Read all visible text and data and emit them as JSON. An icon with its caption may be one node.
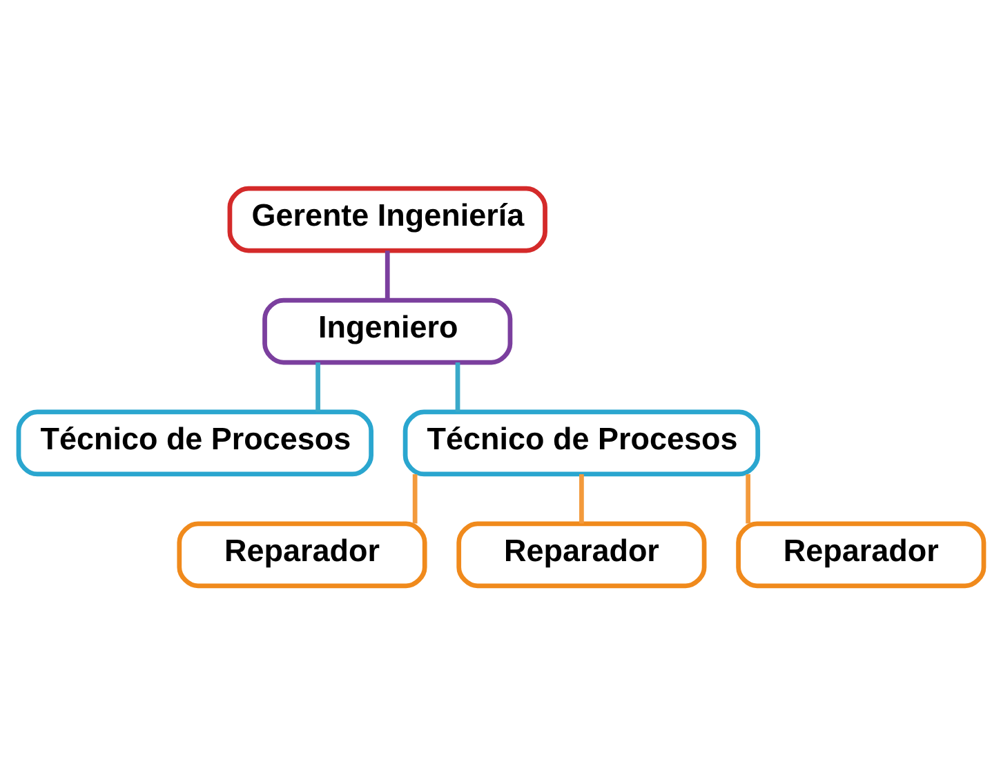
{
  "diagram": {
    "nodes": [
      {
        "text": [
          "Gerente Ingeniería"
        ]
      },
      {
        "text": [
          "Ingeniero"
        ]
      },
      {
        "text": [
          "Técnico de Procesos"
        ]
      },
      {
        "text": [
          "Técnico de Procesos"
        ]
      },
      {
        "text": [
          "Reparador"
        ]
      },
      {
        "text": [
          "Reparador"
        ]
      },
      {
        "text": [
          "Reparador"
        ]
      }
    ],
    "edges": [
      {
        "from": 0,
        "to": 1,
        "arrow": "none",
        "color": "#7b3f9e"
      },
      {
        "from": 1,
        "to": 2,
        "arrow": "none",
        "color": "#3aa9c9"
      },
      {
        "from": 1,
        "to": 3,
        "arrow": "none",
        "color": "#3aa9c9"
      },
      {
        "from": 3,
        "to": 4,
        "arrow": "none"
      },
      {
        "from": 3,
        "to": 5,
        "arrow": "none"
      },
      {
        "from": 3,
        "to": 6,
        "arrow": "none"
      }
    ]
  }
}
